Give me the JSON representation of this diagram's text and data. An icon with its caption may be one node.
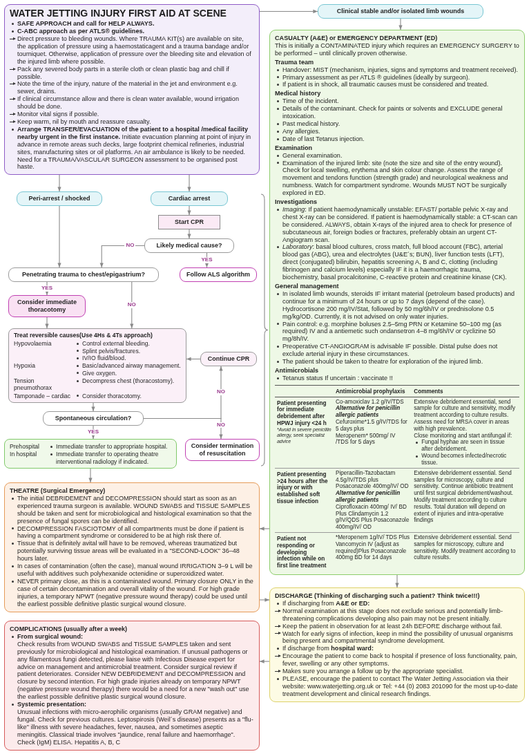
{
  "diagram": {
    "nodes": [
      {
        "text": [
          "WATER JETTING INJURY FIRST AID AT SCENE",
          "SAFE APPROACH and call for HELP ALWAYS.",
          "C-ABC approach as per ATLS® guidelines.",
          "Direct pressure to bleeding wounds. Where TRAUMA KIT(s) are available on site, the application of pressure using a haemostaticagent and a trauma bandage and/or tourniquet. Otherwise, application of pressure over the bleeding site and elevation of the injured limb where possible.",
          "Pack any severed body parts in a sterile cloth or clean plastic bag and chill if possible.",
          "Note the time of the injury, nature of the material in the jet and environment e.g. sewer, drains.",
          "If clinical circumstance allow and there is clean water available, wound irrigation should be done.",
          "Monitor vital signs if possible.",
          "Keep warm, nil by mouth and reassure casualty.",
          "**Arrange TRANSFER/EVACUATION of the patient to a hospital /medical facility nearby urgent in the first instance.** Initiate evacuation planning at point of injury in advance in remote areas such decks, large footprint chemical refineries, industrial sites, manufacturing sites or oil platforms. An air ambulance is likely to be needed. Need for a TRAUMA/VASCULAR SURGEON assessment to be organised post haste."
        ]
      },
      {
        "text": [
          "Clinical stable and/or isolated limb wounds"
        ]
      },
      {
        "text": [
          "CASUALTY (A&E) or EMERGENCY DEPARTMENT (ED)",
          "This is initially a CONTAMINATED injury which requires an EMERGENCY SURGERY to be performed – until clinically proven otherwise.",
          "Trauma team",
          "Handover: MIST (mechanism, injuries, signs and symptoms and treatment received).",
          "Primary assessment as per ATLS ® guidelines (ideally by surgeon).",
          "If patient is in shock, all traumatic causes must be considered and treated.",
          "Medical history",
          "Time of the incident.",
          "Details of the contaminant. Check for paints or solvents and EXCLUDE general intoxication.",
          "Past medical history.",
          "Any allergies.",
          "Date of last Tetanus injection.",
          "Examination",
          "General examination.",
          "Examination of the injured limb: site (note the size and site of the entry wound). Check for local swelling, erythema and skin colour change. Assess the range of movement and tendons function (strength grade) and neurological weakness and numbness. Watch for compartment syndrome. Wounds MUST NOT be surgically explored in ED.",
          "Investigations",
          "*Imaging*: If patient haemodynamically unstable: EFAST/ portable pelvic X-ray and chest X-ray can be considered. If patient is haemodynamically stable: a CT-scan can be considered. ALWAYS, obtain X-rays of the injured area to check for presence of subcutaneous air, foreign bodies or fractures, preferably obtain an urgent CT-Angiogram scan.",
          "*Laboratory*: basal blood cultures, cross match, full blood account (FBC), arterial blood gas (ABG), urea and electrolytes (U&E´s; BUN), liver function tests (LFT), direct (conjugated) bilirubin, hepatitis screening A, B and C, clotting (including fibrinogen and calcium levels) especially IF it is a haemorrhagic trauma, biochemistry, basal procalcitonine, C-reactive protein and creatinine kinase (CK).",
          "General management",
          "In isolated limb wounds, steroids IF irritant material (petroleum based products) and continue for a minimum of 24 hours or up to 7 days (depend of the case). Hydrocortisone 200 mg/IV/Stat, followed by 50 mg/6h/IV or prednisolone 0.5 mg/kg/OD. Currently, it is not advised on only water injuries.",
          "Pain control: e.g. morphine boluses 2.5–5mg PRN or Ketamine 50–100 mg (as required) IV and a antiemetic such ondansetron 4–8 mg/6h/IV or cyclizine 50 mg/8h/IV.",
          "Preoperative CT-ANGIOGRAM is advisable IF possible. Distal pulse does not exclude arterial injury in these circumstances.",
          "The patient should be taken to theatre for exploration of the injured limb.",
          "Antimicrobials",
          "Tetanus status If uncertain : vaccinate !!",
          "Antimicrobial prophylaxis",
          "Comments",
          "Patient presenting for immediate debridement after HPWJ injury <24 h",
          "*Avoid in severe penicillin allergy, seek specialist advice",
          "Co-amoxiclav 1.2 g/IV/TDS",
          "Alternative for penicillin allergic patients",
          "Cefuroxime*1.5 g/IV/TDS for 5 days plus",
          "Meropenem* 500mg/ IV /TDS for 5 days",
          "Extensive debridement essential, send sample for culture and sensitivity, modify treatment according to culture results. Assess need for MRSA cover in areas with high prevalence.",
          "Close monitoring and start antifungal if:",
          "Fungal hyphae are seen in tissue after debridement.",
          "Wound becomes infected/necrotic tissue.",
          "Patient presenting >24 hours after the injury or with established soft tissue infection",
          "Piperacillin-Tazobactam 4.5g/IV/TDS plus Posaconazole 400mg/IV/ OD",
          "Alternative for penicillin allergic patients",
          "Ciprofloxacin 400mg/ IV/ BD Plus Clindamycin 1.2 g/IV/QDS Plus Posaconazole 400mg/IV/ OD",
          "Extensive debridement essential. Send samples for microscopy, culture and sensitivity. Continue antibiotic treatment until first surgical debridement/washout.",
          "Modify treatment according to culture results. Total duration will depend on extent of injuries and intra-operative findings",
          "Patient not responding or developing infection while on first line treatment",
          "*Meropenem 1g/IV/ TDS Plus Vancomycin IV (adjust as required)Plus Posaconazole 400mg BD for 14 days",
          "Extensive debridement essential. Send samples for microscopy, culture and sensitivity. Modify treatment according to culture results."
        ]
      },
      {
        "text": [
          "DISCHARGE (Thinking of discharging such a patient? Think twice!!!)",
          "If discharging from **A&E or ED:**",
          "Normal examination at this stage does not exclude serious and potentially limb-threatening complications developing also pain may not be present initially.",
          "Keep the patient in observation for at least 24h BEFORE discharge without fail.",
          "Watch for early signs of infection, keep in mind the possibility of unusual organisms being present and compartmental syndrome development.",
          "If discharge from **hospital ward:**",
          "Encourage the patient to come back to hospital if presence of loss functionality, pain, fever, swelling or any other symptoms.",
          "Makes sure you arrange a follow up by the appropriate specialist.",
          "PLEASE, encourage the patient to contact The Water Jetting Association via their website: www.waterjetting.org.uk or Tel: +44 (0) 2083 201090 for the most up-to-date treatment development and clinical research findings."
        ]
      },
      {
        "text": [
          "COMPLICATIONS (usually after a week)",
          "From surgical wound:",
          "Check results from WOUND SWABS and TISSUE SAMPLES taken and sent previously for microbiological and histological examination. If unusual pathogens or any filamentous fungi detected, please liaise with Infectious Disease expert for advice on management and antimicrobial treatment. Consider surgical review if patient deteriorates. Consider NEW DEBRIDEMENT and DECOMPRESSION and closure by second intention. For high grade injuries already on temporary NPWT (negative pressure wound therapy) there would be a need for a new \"wash out\" use the earliest possible definitive plastic surgical wound closure.",
          "Systemic presentation:",
          "Unusual infections with micro-aerophilic organisms (usually GRAM negative) and fungal. Check for previous cultures. Leptospirosis (Weil´s disease) presents as a \"flu-like\" illness with severe headaches, fever, nausea, and sometimes aseptic meningitis. Classical triade involves \"jaundice, renal failure and haemorrhage\". Check (IgM) ELISA. Hepatitis A, B, C"
        ]
      },
      {
        "text": [
          "Peri-arrest / shocked"
        ]
      },
      {
        "text": [
          "Cardiac arrest"
        ]
      },
      {
        "text": [
          "Start CPR"
        ]
      },
      {
        "text": [
          "Likely medical cause?"
        ]
      },
      {
        "text": [
          "Follow ALS algorithm"
        ]
      },
      {
        "text": [
          "Penetrating trauma to chest/epigastrium?"
        ]
      },
      {
        "text": [
          "Consider immediate thoracotomy"
        ]
      },
      {
        "text": [
          "Treat reversible causes(Use 4Hs & 4Ts approach)",
          "Hypovolaemia",
          "Control external bleeding.",
          "Splint pelvis/fractures.",
          "IV/IO fluid/blood.",
          "Hypoxia",
          "Basic/advanced airway management.",
          "Give oxygen.",
          "Tension pneumothorax",
          "Decompress chest (thoracostomy).",
          "Tamponade – cardiac",
          "Consider thoracotomy."
        ]
      },
      {
        "text": [
          "Continue CPR"
        ]
      },
      {
        "text": [
          "Spontaneous circulation?"
        ]
      },
      {
        "text": [
          "Consider termination of resuscitation"
        ]
      },
      {
        "text": [
          "Prehospital",
          "Immediate transfer to appropriate hospital.",
          "In hospital",
          "Immediate transfer to operating theatre interventional radiology if indicated."
        ]
      },
      {
        "text": [
          "THEATRE (Surgical Emergency)",
          "The initial DEBRIDEMENT and DECOMPRESSION should start as soon as an experienced trauma surgeon is available. WOUND SWABS and TISSUE SAMPLES should be taken and sent for microbiological and histological examination so that the presence of fungal spores can be identified.",
          "DECOMPRESSION FASCIOTOMY of all compartments must be done if patient is having a compartment syndrome or considered to be at high risk there of.",
          "Tissue that is definitely avital will have to be removed, whereas traumatized but potentially surviving tissue areas will be evaluated in a \"SECOND-LOOK\" 36–48 hours later.",
          "In cases of contamination (often the case), manual wound IRRIGATION 3–9 L will be useful with additives such polyhexanide octenidine or superoxidized water.",
          "NEVER primary close, as this is a contaminated wound. Primary closure ONLY in the case of certain decontamination and overall vitality of the wound. For high grade injuries, a temporary NPWT (negative pressure wound therapy) could be used until the earliest possible definitive plastic surgical wound closure."
        ]
      }
    ],
    "edges": [
      {
        "from": 0,
        "to": 1,
        "arrow": "to"
      },
      {
        "from": 1,
        "to": 2,
        "arrow": "to"
      },
      {
        "from": 0,
        "to": 5,
        "arrow": "to"
      },
      {
        "from": 0,
        "to": 6,
        "arrow": "to"
      },
      {
        "from": 6,
        "to": 7,
        "arrow": "to"
      },
      {
        "from": 7,
        "to": 8,
        "arrow": "to"
      },
      {
        "from": 8,
        "to": 9,
        "arrow": "to",
        "label": "YES"
      },
      {
        "from": 8,
        "to": 10,
        "arrow": "to",
        "label": "NO"
      },
      {
        "from": 5,
        "to": 10,
        "arrow": "to"
      },
      {
        "from": 10,
        "to": 11,
        "arrow": "to",
        "label": "YES"
      },
      {
        "from": 10,
        "to": 12,
        "arrow": "to",
        "label": "NO"
      },
      {
        "from": 11,
        "to": 12,
        "arrow": "to"
      },
      {
        "from": 13,
        "to": 12,
        "arrow": "to"
      },
      {
        "from": 12,
        "to": 14,
        "arrow": "to"
      },
      {
        "from": 14,
        "to": 16,
        "arrow": "to",
        "label": "YES"
      },
      {
        "from": 14,
        "to": 13,
        "arrow": "to",
        "label": "NO"
      },
      {
        "from": 14,
        "to": 15,
        "arrow": "to",
        "label": "NO"
      },
      {
        "from": 16,
        "to": 17,
        "arrow": "to"
      },
      {
        "from": 2,
        "to": 17,
        "arrow": "to"
      },
      {
        "from": 17,
        "to": 3,
        "arrow": "to"
      },
      {
        "from": 2,
        "to": 3,
        "arrow": "to"
      },
      {
        "from": 3,
        "to": 4,
        "arrow": "to"
      }
    ]
  }
}
